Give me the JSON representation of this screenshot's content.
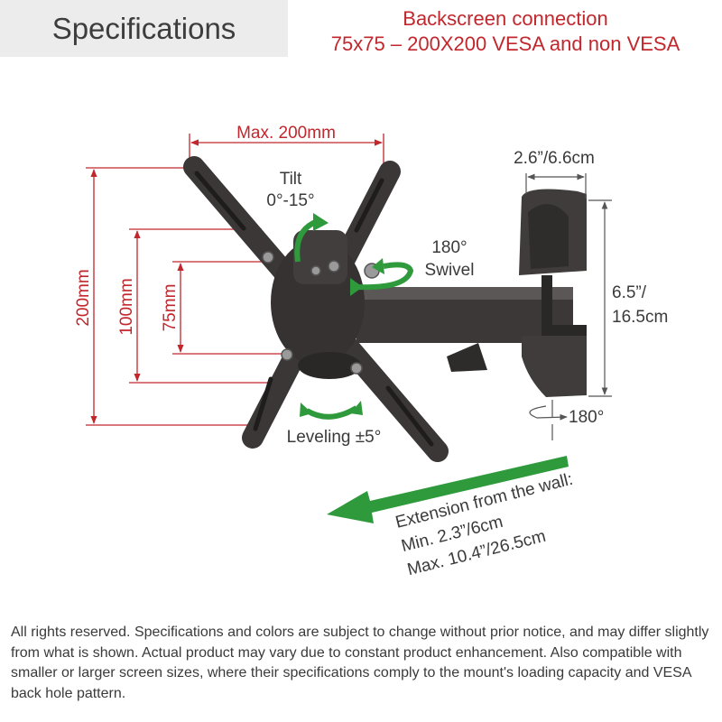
{
  "header": {
    "title": "Specifications"
  },
  "connection": {
    "line1": "Backscreen connection",
    "line2": "75x75 – 200X200 VESA and non VESA"
  },
  "dimensions": {
    "max_width": "Max. 200mm",
    "v200": "200mm",
    "v100": "100mm",
    "v75": "75mm",
    "plate_width": "2.6”/6.6cm",
    "plate_height_1": "6.5”/",
    "plate_height_2": "16.5cm",
    "wall_rotation": "180°"
  },
  "motions": {
    "tilt_1": "Tilt",
    "tilt_2": "0°-15°",
    "swivel_1": "180°",
    "swivel_2": "Swivel",
    "leveling": "Leveling ±5°"
  },
  "extension": {
    "line1": "Extension from the wall:",
    "line2": "Min. 2.3”/6cm",
    "line3": "Max. 10.4”/26.5cm"
  },
  "footer": {
    "text": "All rights reserved. Specifications and colors are subject to change without prior notice, and may differ slightly from what is shown. Actual product may vary due to constant product enhancement. Also compatible with smaller or larger screen sizes, where their specifications comply to the mount's loading capacity and VESA back hole pattern."
  },
  "colors": {
    "red": "#c1272d",
    "green": "#2e9a3c",
    "metal": "#3f3c3b",
    "header_bg": "#ececec"
  }
}
